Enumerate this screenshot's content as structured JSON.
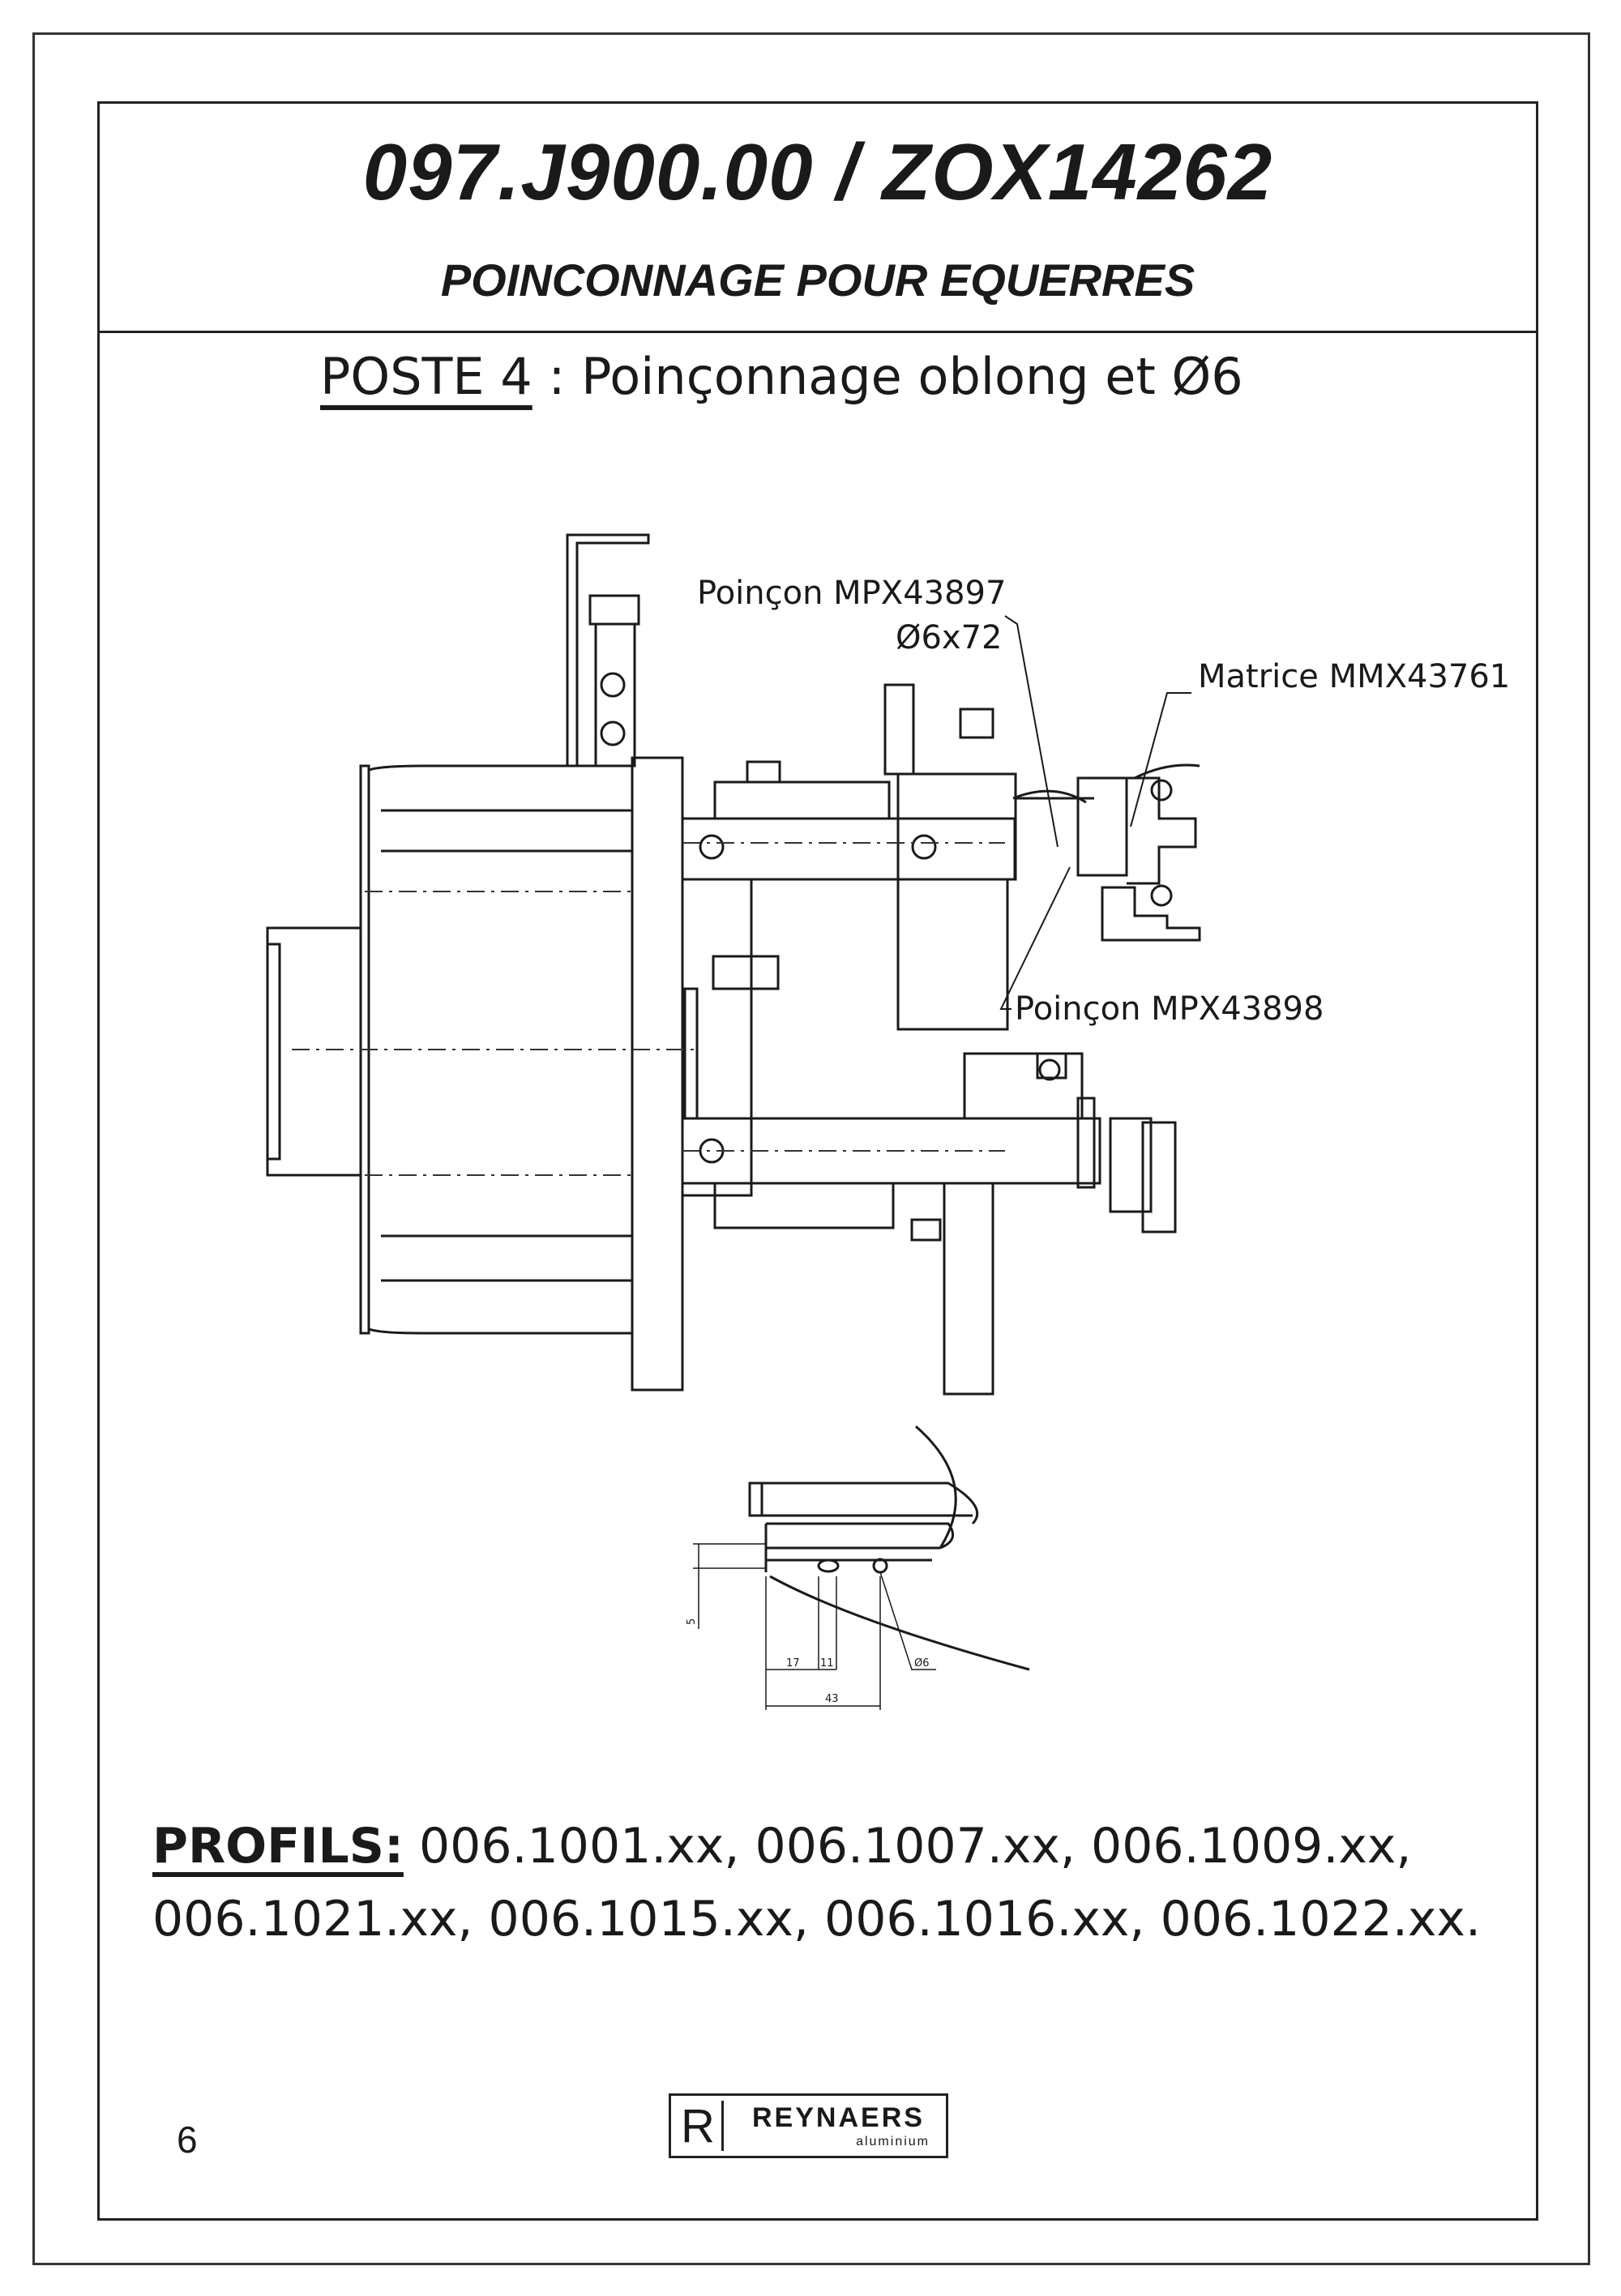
{
  "header": {
    "title": "097.J900.00 / ZOX14262",
    "subtitle": "POINCONNAGE POUR EQUERRES"
  },
  "station": {
    "label": "POSTE 4",
    "separator": " : ",
    "description": "Poinçonnage oblong et Ø6"
  },
  "callouts": {
    "punch_1_line1": "Poinçon MPX43897",
    "punch_1_line2": "Ø6x72",
    "die": "Matrice MMX43761",
    "punch_2": "Poinçon MPX43898"
  },
  "detail_dimensions": {
    "vertical": "5",
    "d1": "17",
    "d2": "11",
    "total": "43",
    "hole": "Ø6"
  },
  "profiles": {
    "label": "PROFILS:",
    "line1": " 006.1001.xx, 006.1007.xx, 006.1009.xx,",
    "line2": "006.1021.xx, 006.1015.xx, 006.1016.xx, 006.1022.xx."
  },
  "footer": {
    "page_number": "6",
    "logo_letter": "R",
    "logo_name": "REYNAERS",
    "logo_sub": "aluminium"
  }
}
